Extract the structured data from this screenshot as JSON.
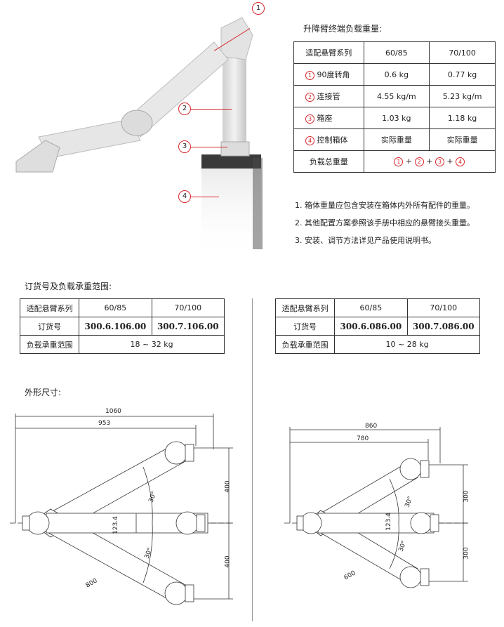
{
  "weight": {
    "title": "升降臂终端负载重量:",
    "header": {
      "label": "适配悬臂系列",
      "col1": "60/85",
      "col2": "70/100"
    },
    "rows": [
      {
        "n": "1",
        "label": "90度转角",
        "v1": "0.6 kg",
        "v2": "0.77 kg"
      },
      {
        "n": "2",
        "label": "连接管",
        "v1": "4.55 kg/m",
        "v2": "5.23 kg/m"
      },
      {
        "n": "3",
        "label": "箱座",
        "v1": "1.03 kg",
        "v2": "1.18 kg"
      },
      {
        "n": "4",
        "label": "控制箱体",
        "v1": "实际重量",
        "v2": "实际重量"
      }
    ],
    "total_label": "负载总重量",
    "formula": [
      "1",
      "+",
      "2",
      "+",
      "3",
      "+",
      "4"
    ]
  },
  "notes": [
    "1. 箱体重量应包含安装在箱体内外所有配件的重量。",
    "2. 其他配置方案参照该手册中相应的悬臂接头重量。",
    "3. 安装、调节方法详见产品使用说明书。"
  ],
  "photo_callouts": [
    "1",
    "2",
    "3",
    "4"
  ],
  "order": {
    "title": "订货号及负载承重范围:",
    "tables": [
      {
        "series_label": "适配悬臂系列",
        "col1": "60/85",
        "col2": "70/100",
        "order_label": "订货号",
        "o1": "300.6.106.00",
        "o2": "300.7.106.00",
        "range_label": "负载承重范围",
        "range": "18 ~ 32 kg"
      },
      {
        "series_label": "适配悬臂系列",
        "col1": "60/85",
        "col2": "70/100",
        "order_label": "订货号",
        "o1": "300.6.086.00",
        "o2": "300.7.086.00",
        "range_label": "负载承重范围",
        "range": "10 ~ 28 kg"
      }
    ]
  },
  "dims": {
    "title": "外形尺寸:",
    "left": {
      "total": "1060",
      "width": "953",
      "h1": "400",
      "h2": "400",
      "offset": "123.4",
      "angle1": "30°",
      "angle2": "30°",
      "arm": "800"
    },
    "right": {
      "total": "860",
      "width": "780",
      "h1": "300",
      "h2": "300",
      "offset": "123.4",
      "angle1": "30°",
      "angle2": "30°",
      "arm": "600"
    }
  }
}
